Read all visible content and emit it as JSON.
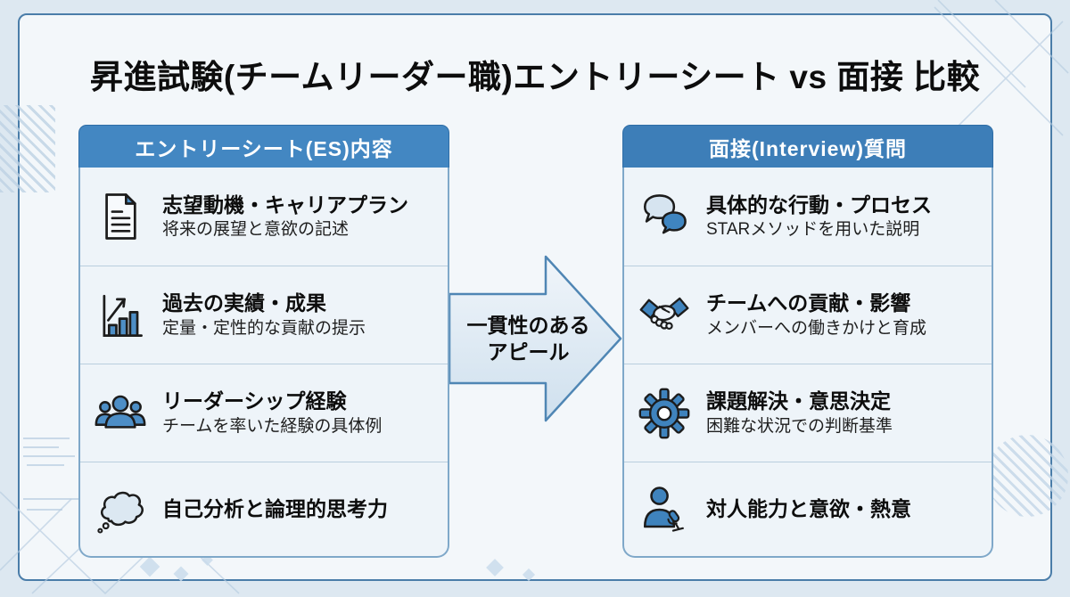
{
  "page": {
    "title": "昇進試験(チームリーダー職)エントリーシート vs 面接 比較"
  },
  "colors": {
    "background": "#dde8f1",
    "card_bg": "#f3f7fa",
    "card_border": "#4a7da9",
    "header_left_bg": "#4387c2",
    "header_right_bg": "#3d7eb8",
    "panel_bg": "#eef4f9",
    "panel_border": "#7fa8c9",
    "divider": "#b9cede",
    "icon_blue": "#3f83bd",
    "icon_light": "#d6e4f0",
    "arrow_border": "#4f86b4",
    "text_dark": "#0d0d0d"
  },
  "arrow": {
    "label_line1": "一貫性のある",
    "label_line2": "アピール"
  },
  "left_panel": {
    "header": "エントリーシート(ES)内容",
    "items": [
      {
        "icon": "document-icon",
        "title": "志望動機・キャリアプラン",
        "subtitle": "将来の展望と意欲の記述"
      },
      {
        "icon": "bar-chart-icon",
        "title": "過去の実績・成果",
        "subtitle": "定量・定性的な貢献の提示"
      },
      {
        "icon": "team-icon",
        "title": "リーダーシップ経験",
        "subtitle": "チームを率いた経験の具体例"
      },
      {
        "icon": "thought-cloud-icon",
        "title": "自己分析と論理的思考力",
        "subtitle": ""
      }
    ]
  },
  "right_panel": {
    "header": "面接(Interview)質問",
    "items": [
      {
        "icon": "chat-bubbles-icon",
        "title": "具体的な行動・プロセス",
        "subtitle": "STARメソッドを用いた説明"
      },
      {
        "icon": "handshake-icon",
        "title": "チームへの貢献・影響",
        "subtitle": "メンバーへの働きかけと育成"
      },
      {
        "icon": "gear-icon",
        "title": "課題解決・意思決定",
        "subtitle": "困難な状況での判断基準"
      },
      {
        "icon": "person-microphone-icon",
        "title": "対人能力と意欲・熱意",
        "subtitle": ""
      }
    ]
  }
}
